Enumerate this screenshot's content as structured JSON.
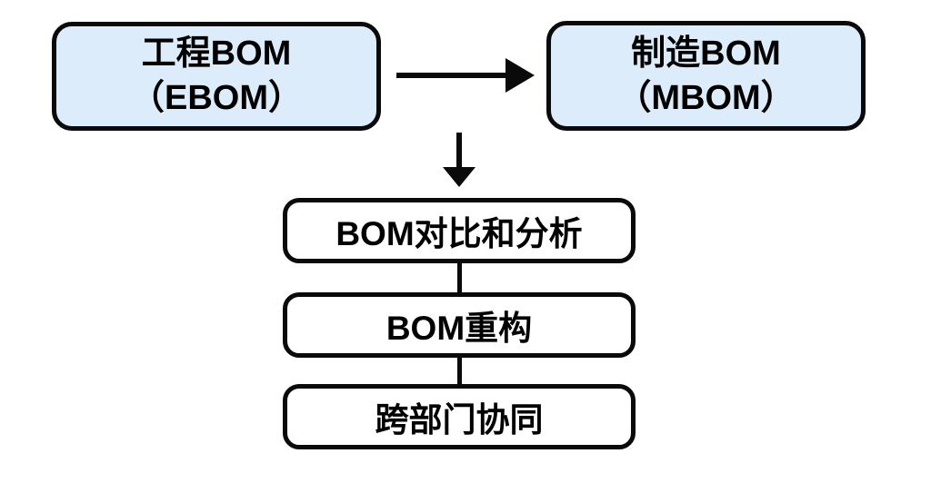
{
  "diagram": {
    "title": "BOM flow diagram",
    "colors": {
      "background": "#ffffff",
      "stroke": "#0a0a0a",
      "highlight_node_fill": "#dcecfb",
      "plain_node_fill": "#ffffff",
      "text": "#000000"
    },
    "nodes": {
      "ebom": {
        "line1": "工程BOM",
        "line2": "（EBOM）"
      },
      "mbom": {
        "line1": "制造BOM",
        "line2": "（MBOM）"
      },
      "steps": [
        {
          "label": "BOM对比和分析"
        },
        {
          "label": "BOM重构"
        },
        {
          "label": "跨部门协同"
        }
      ]
    },
    "icons": {
      "arrow_right": "arrow-right-icon",
      "arrow_down": "arrow-down-icon"
    }
  }
}
